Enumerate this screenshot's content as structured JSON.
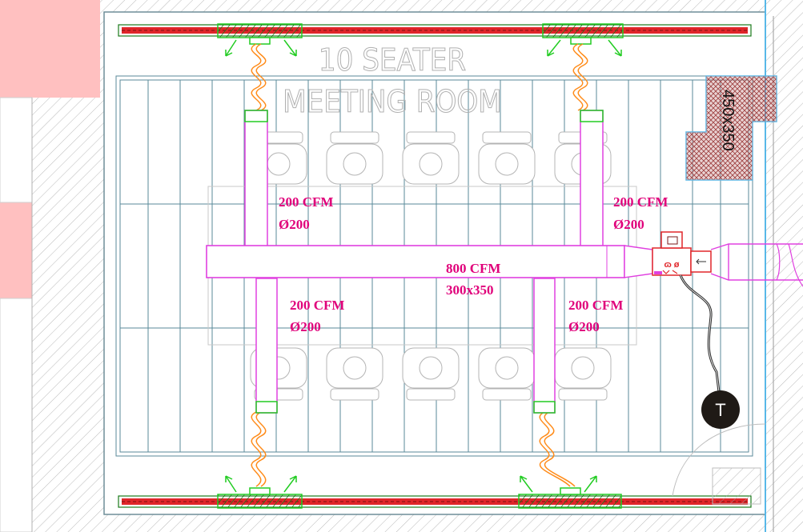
{
  "room": {
    "title_line1": "10 SEATER",
    "title_line2": "MEETING ROOM"
  },
  "main_duct": {
    "flow": "800 CFM",
    "size": "300x350"
  },
  "branches": [
    {
      "flow": "200 CFM",
      "size": "Ø200"
    },
    {
      "flow": "200 CFM",
      "size": "Ø200"
    },
    {
      "flow": "200 CFM",
      "size": "Ø200"
    },
    {
      "flow": "200 CFM",
      "size": "Ø200"
    }
  ],
  "riser": {
    "size": "450x350"
  },
  "thermostat": {
    "label": "T"
  },
  "colors": {
    "duct": "#e040e0",
    "annotation": "#e0007a",
    "diffuser": "#22cc22",
    "grille_red": "#e0262a",
    "flex_duct": "#ff8c1a",
    "ceiling_grid": "#5a8a9a",
    "hatch": "#9a9a9a",
    "adjacent_room": "#ffc0c0",
    "furniture": "#b4b4b4"
  }
}
